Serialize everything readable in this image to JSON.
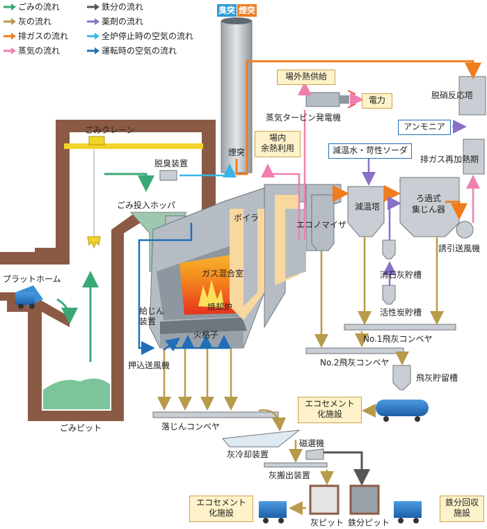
{
  "legend": [
    {
      "label": "ごみの流れ",
      "color": "#3aa876"
    },
    {
      "label": "灰の流れ",
      "color": "#b79a4a"
    },
    {
      "label": "排ガスの流れ",
      "color": "#f07c1e"
    },
    {
      "label": "蒸気の流れ",
      "color": "#f07fb0"
    },
    {
      "label": "鉄分の流れ",
      "color": "#555555"
    },
    {
      "label": "薬剤の流れ",
      "color": "#8a70c8"
    },
    {
      "label": "全炉停止時の空気の流れ",
      "color": "#38b6e8"
    },
    {
      "label": "運転時の空気の流れ",
      "color": "#1f6fb8"
    }
  ],
  "stack_tags": {
    "odor": "臭突",
    "chimney": "煙突"
  },
  "labels": {
    "garbage_crane": "ごみクレーン",
    "deodorizer": "脱臭装置",
    "hopper": "ごみ投入ホッパ",
    "platform": "プラットホーム",
    "pit": "ごみピット",
    "boiler": "ボイラ",
    "gas_mixing": "ガス混合室",
    "incinerator": "焼却炉",
    "feeder_1": "給じん",
    "feeder_2": "装置",
    "grate": "火格子",
    "push_fan": "押込送風機",
    "economizer": "エコノマイザ",
    "chimney": "煙突",
    "turbine": "蒸気タービン発電機",
    "cooling_tower": "減温塔",
    "bag_filter_1": "ろ過式",
    "bag_filter_2": "集じん器",
    "induced_fan": "誘引送風機",
    "lime_tank": "消石灰貯槽",
    "carbon_tank": "活性炭貯槽",
    "no1_conveyor": "No.1飛灰コンベヤ",
    "no2_conveyor": "No.2飛灰コンベヤ",
    "flyash_tank": "飛灰貯留槽",
    "ash_conveyor": "落じんコンベヤ",
    "ash_cooler": "灰冷却装置",
    "magnet": "磁選機",
    "ash_discharge": "灰搬出装置",
    "ash_pit": "灰ピット",
    "iron_pit": "鉄分ピット",
    "denitration": "脱硝反応塔",
    "reheater": "排ガス再加熱期"
  },
  "boxes": {
    "offsite_heat": "場外熱供給",
    "power": "電力",
    "onsite_1": "場内",
    "onsite_2": "余熱利用",
    "quench_water": "減温水・苛性ソーダ",
    "ammonia": "アンモニア",
    "eco_cement_1a": "エコセメント",
    "eco_cement_1b": "化施設",
    "eco_cement_2a": "エコセメント",
    "eco_cement_2b": "化施設",
    "iron_recovery_a": "鉄分回収",
    "iron_recovery_b": "施設"
  }
}
